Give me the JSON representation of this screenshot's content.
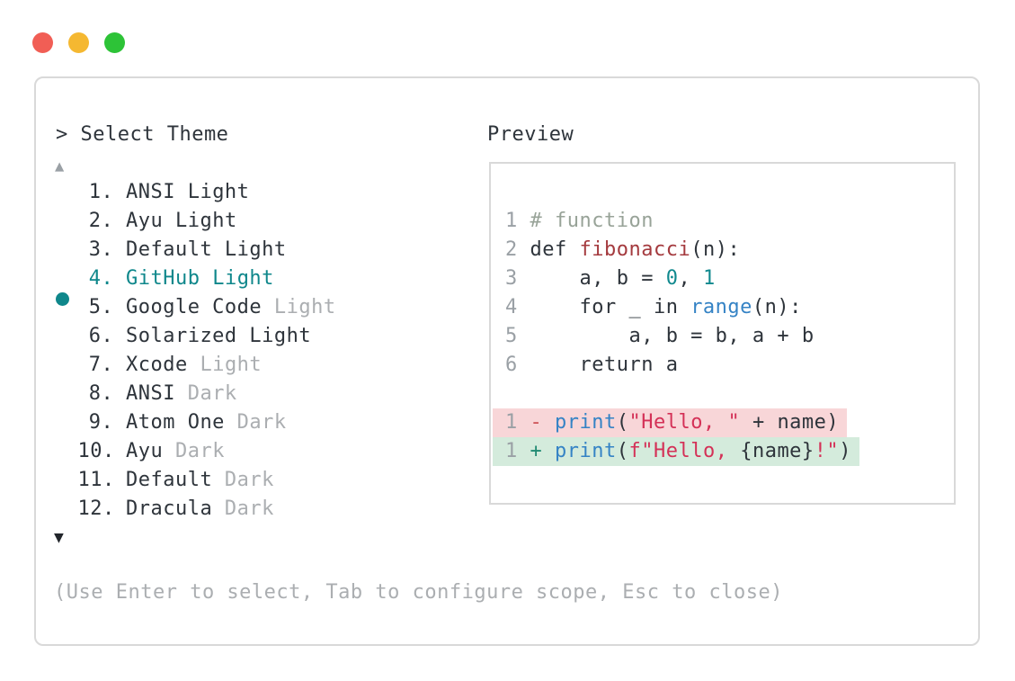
{
  "colors": {
    "text": "#2e343b",
    "muted": "#abaeb1",
    "line_number": "#9aa0a5",
    "selection": "#0f878b",
    "comment": "#98a398",
    "function_name": "#a43a3e",
    "number_literal": "#11898e",
    "call": "#3583c5",
    "string": "#d43157",
    "diff_del_fg": "#cd5257",
    "diff_ins_fg": "#208a72",
    "diff_del_bg": "#f8d6d8",
    "diff_ins_bg": "#d4ebdc",
    "border": "#d9d9d9"
  },
  "window_controls": {
    "close": "#f15e55",
    "minimize": "#f5b831",
    "zoom": "#2dc337"
  },
  "selector": {
    "prompt": "> Select Theme",
    "scroll_up": "▲",
    "scroll_down": "▼",
    "items": [
      {
        "number": "1.",
        "name": "ANSI",
        "variant": "Light",
        "muted_variant": false,
        "selected": false
      },
      {
        "number": "2.",
        "name": "Ayu",
        "variant": "Light",
        "muted_variant": false,
        "selected": false
      },
      {
        "number": "3.",
        "name": "Default",
        "variant": "Light",
        "muted_variant": false,
        "selected": false
      },
      {
        "number": "4.",
        "name": "GitHub",
        "variant": "Light",
        "muted_variant": false,
        "selected": true
      },
      {
        "number": "5.",
        "name": "Google Code",
        "variant": "Light",
        "muted_variant": true,
        "selected": false
      },
      {
        "number": "6.",
        "name": "Solarized",
        "variant": "Light",
        "muted_variant": false,
        "selected": false
      },
      {
        "number": "7.",
        "name": "Xcode",
        "variant": "Light",
        "muted_variant": true,
        "selected": false
      },
      {
        "number": "8.",
        "name": "ANSI",
        "variant": "Dark",
        "muted_variant": true,
        "selected": false
      },
      {
        "number": "9.",
        "name": "Atom One",
        "variant": "Dark",
        "muted_variant": true,
        "selected": false
      },
      {
        "number": "10.",
        "name": "Ayu",
        "variant": "Dark",
        "muted_variant": true,
        "selected": false
      },
      {
        "number": "11.",
        "name": "Default",
        "variant": "Dark",
        "muted_variant": true,
        "selected": false
      },
      {
        "number": "12.",
        "name": "Dracula",
        "variant": "Dark",
        "muted_variant": true,
        "selected": false
      }
    ],
    "footer": "(Use Enter to select, Tab to configure scope, Esc to close)"
  },
  "preview": {
    "title": "Preview",
    "code_lines": [
      {
        "number": "1",
        "tokens": [
          {
            "t": "# function",
            "c": "comment"
          }
        ]
      },
      {
        "number": "2",
        "tokens": [
          {
            "t": "def ",
            "c": "text"
          },
          {
            "t": "fibonacci",
            "c": "function_name"
          },
          {
            "t": "(n):",
            "c": "text"
          }
        ]
      },
      {
        "number": "3",
        "tokens": [
          {
            "t": "    a, b = ",
            "c": "text"
          },
          {
            "t": "0",
            "c": "number_literal"
          },
          {
            "t": ", ",
            "c": "text"
          },
          {
            "t": "1",
            "c": "number_literal"
          }
        ]
      },
      {
        "number": "4",
        "tokens": [
          {
            "t": "    for _ in ",
            "c": "text"
          },
          {
            "t": "range",
            "c": "call"
          },
          {
            "t": "(n):",
            "c": "text"
          }
        ]
      },
      {
        "number": "5",
        "tokens": [
          {
            "t": "        a, b = b, a + b",
            "c": "text"
          }
        ]
      },
      {
        "number": "6",
        "tokens": [
          {
            "t": "    return a",
            "c": "text"
          }
        ]
      }
    ],
    "diff_lines": [
      {
        "number": "1",
        "kind": "deletion",
        "tokens": [
          {
            "t": "- ",
            "c": "diff_del_fg"
          },
          {
            "t": "print",
            "c": "call"
          },
          {
            "t": "(",
            "c": "text"
          },
          {
            "t": "\"Hello, \"",
            "c": "string"
          },
          {
            "t": " + name)",
            "c": "text"
          }
        ]
      },
      {
        "number": "1",
        "kind": "insertion",
        "tokens": [
          {
            "t": "+ ",
            "c": "diff_ins_fg"
          },
          {
            "t": "print",
            "c": "call"
          },
          {
            "t": "(",
            "c": "text"
          },
          {
            "t": "f\"Hello, ",
            "c": "string"
          },
          {
            "t": "{name}",
            "c": "text"
          },
          {
            "t": "!\"",
            "c": "string"
          },
          {
            "t": ")",
            "c": "text"
          }
        ]
      }
    ]
  }
}
